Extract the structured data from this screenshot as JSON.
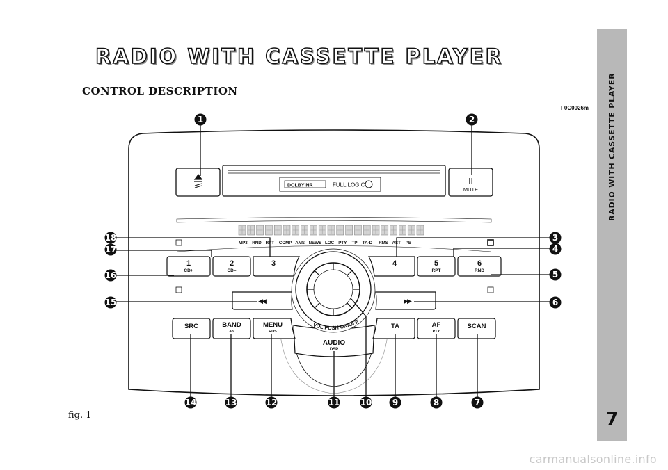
{
  "header": {
    "title": "RADIO WITH CASSETTE PLAYER"
  },
  "section": {
    "heading": "CONTROL DESCRIPTION"
  },
  "figure": {
    "code": "F0C0026m",
    "caption": "fig. 1"
  },
  "side_tab": {
    "title": "RADIO WITH CASSETTE PLAYER",
    "page_number": "7"
  },
  "watermark": "carmanualsonline.info",
  "radio": {
    "cassette_door": {
      "dolby_label": "DOLBY NR",
      "full_logic_label": "FULL LOGIC"
    },
    "pause_button": {
      "symbol": "II",
      "label": "MUTE"
    },
    "display_indicators": [
      "MP3",
      "RND",
      "RPT",
      "COMP",
      "AMS",
      "NEWS",
      "LOC",
      "PTY",
      "TP",
      "TA-D",
      "RMS",
      "AST",
      "PB"
    ],
    "preset_buttons": [
      {
        "number": "1",
        "sub": "CD+"
      },
      {
        "number": "2",
        "sub": "CD–"
      },
      {
        "number": "3",
        "sub": ""
      },
      {
        "number": "4",
        "sub": ""
      },
      {
        "number": "5",
        "sub": "RPT"
      },
      {
        "number": "6",
        "sub": "RND"
      }
    ],
    "seek_buttons": {
      "rewind": "◀◀",
      "forward": "▶▶"
    },
    "function_buttons": [
      {
        "label": "SRC",
        "sub": ""
      },
      {
        "label": "BAND",
        "sub": "AS"
      },
      {
        "label": "MENU",
        "sub": "RDS"
      },
      {
        "label": "TA",
        "sub": ""
      },
      {
        "label": "AF",
        "sub": "PTY"
      },
      {
        "label": "SCAN",
        "sub": ""
      }
    ],
    "knob": {
      "label": "VOL PUSH ON/OFF"
    },
    "audio_button": {
      "label": "AUDIO",
      "sub": "DSP"
    }
  },
  "callouts": [
    "1",
    "2",
    "3",
    "4",
    "5",
    "6",
    "7",
    "8",
    "9",
    "10",
    "11",
    "12",
    "13",
    "14",
    "15",
    "16",
    "17",
    "18"
  ]
}
